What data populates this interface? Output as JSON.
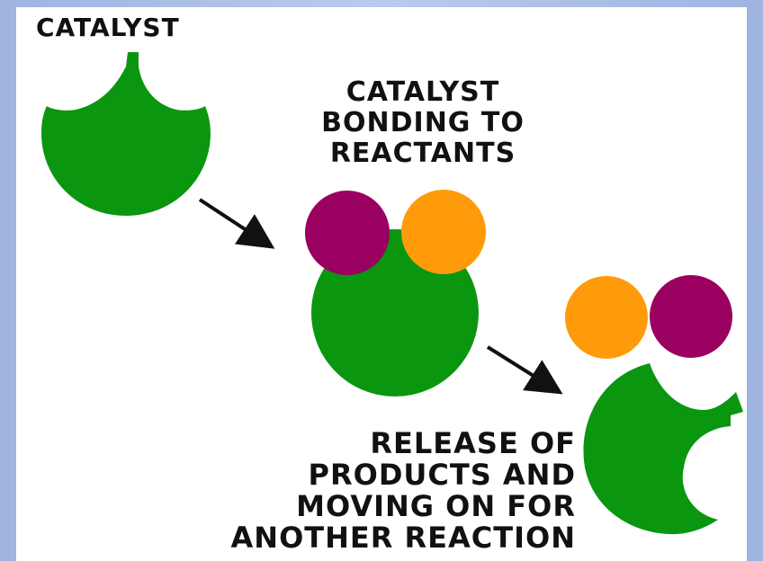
{
  "labels": {
    "catalyst": "CATALYST",
    "bonding": "CATALYST\nBONDING TO\nREACTANTS",
    "release": "RELEASE OF\nPRODUCTS AND\nMOVING ON FOR\nANOTHER REACTION"
  },
  "colors": {
    "catalyst": "#0a960f",
    "reactant_purple": "#99005f",
    "reactant_orange": "#ff9b0a",
    "arrow": "#111111",
    "background": "#a7bce6"
  }
}
